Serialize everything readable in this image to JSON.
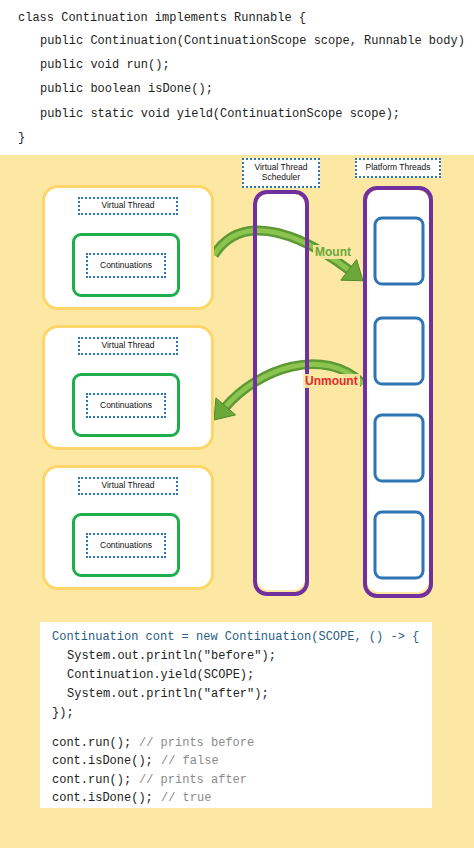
{
  "diagram": {
    "nodes": [
      {
        "text": [
          "Virtual Thread"
        ]
      },
      {
        "text": [
          "Continuations"
        ],
        "in": 0
      },
      {
        "text": [
          "Virtual Thread"
        ]
      },
      {
        "text": [
          "Continuations"
        ],
        "in": 2
      },
      {
        "text": [
          "Virtual Thread"
        ]
      },
      {
        "text": [
          "Continuations"
        ],
        "in": 4
      },
      {
        "text": [
          "Virtual Thread Scheduler"
        ]
      },
      {
        "text": [
          "Platform Threads"
        ]
      }
    ],
    "edges": [
      {
        "from": 0,
        "to": 7,
        "label": "Mount",
        "arrow": "to"
      },
      {
        "from": 7,
        "to": 2,
        "label": "Unmount",
        "arrow": "to"
      }
    ],
    "labels": [
      "class Continuation implements Runnable {",
      "public Continuation(ContinuationScope scope, Runnable body)",
      "public void run();",
      "public boolean isDone();",
      "public static void yield(ContinuationScope scope);",
      "}",
      "Continuation cont = new Continuation(SCOPE, () -> {",
      "System.out.println(\"before\");",
      "Continuation.yield(SCOPE);",
      "System.out.println(\"after\");",
      "});",
      "cont.run();",
      "// prints before",
      "cont.isDone();",
      "// false",
      "cont.run();",
      "// prints after",
      "cont.isDone();",
      "// true"
    ]
  }
}
